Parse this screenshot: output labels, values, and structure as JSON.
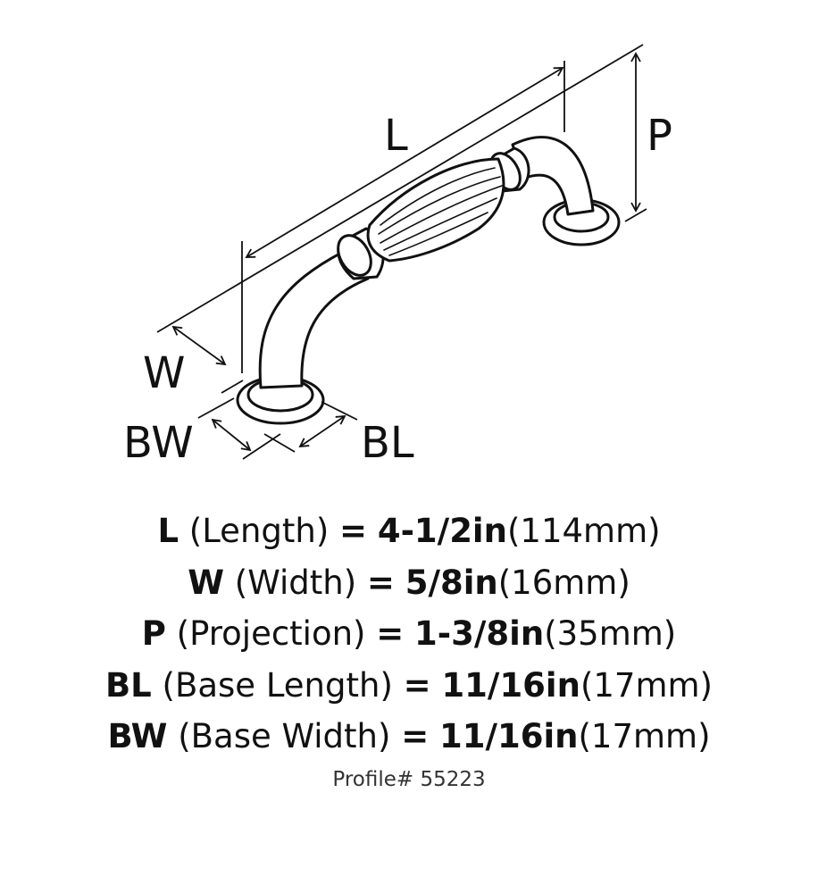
{
  "diagram": {
    "labels": {
      "L": "L",
      "P": "P",
      "W": "W",
      "BW": "BW",
      "BL": "BL"
    }
  },
  "specs": [
    {
      "code": "L",
      "name": "(Length)",
      "eq": "=",
      "imperial": "4-1/2in",
      "metric": "(114mm)"
    },
    {
      "code": "W",
      "name": "(Width)",
      "eq": "=",
      "imperial": "5/8in",
      "metric": "(16mm)"
    },
    {
      "code": "P",
      "name": "(Projection)",
      "eq": "=",
      "imperial": "1-3/8in",
      "metric": "(35mm)"
    },
    {
      "code": "BL",
      "name": "(Base Length)",
      "eq": "=",
      "imperial": "11/16in",
      "metric": "(17mm)"
    },
    {
      "code": "BW",
      "name": "(Base Width)",
      "eq": "=",
      "imperial": "11/16in",
      "metric": "(17mm)"
    }
  ],
  "profile": "Profile# 55223"
}
